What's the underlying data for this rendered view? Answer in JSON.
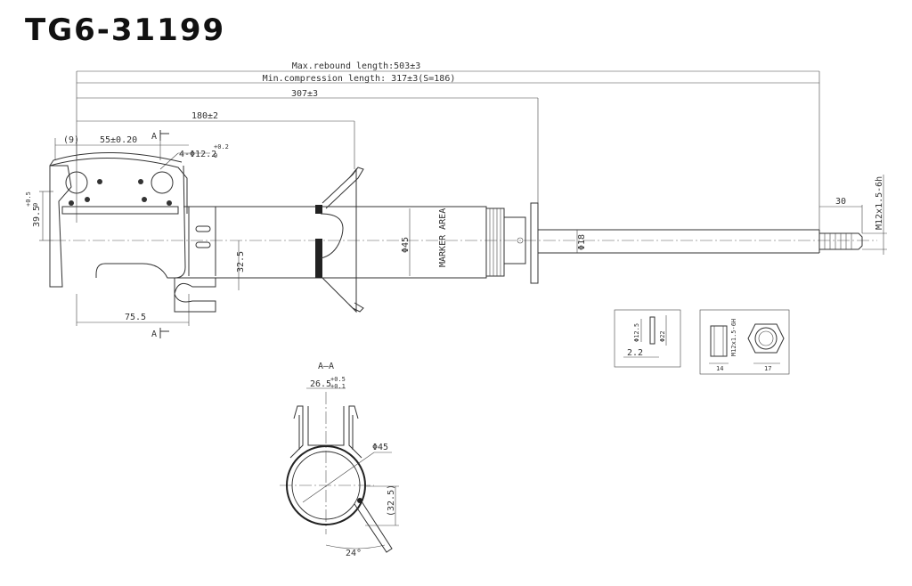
{
  "part_number": "TG6-31199",
  "dims": {
    "max_rebound": "Max.rebound length:503±3",
    "min_compression": "Min.compression length: 317±3(S=186)",
    "len_307": "307±3",
    "len_180": "180±2",
    "len_9": "(9)",
    "len_55": "55±0.20",
    "holes": "4-Φ12.2",
    "holes_tol": "+0.2",
    "holes_tol2": "0",
    "h_39": "39.5",
    "h_39_tol": "+0.5",
    "h_39_tol2": "0",
    "h_32": "32.5",
    "len_75": "75.5",
    "dia_45": "Φ45",
    "marker_area": "MARKER AREA",
    "dia_18": "Φ18",
    "len_30": "30",
    "thread": "M12x1.5-6h",
    "section_a_top": "A",
    "section_a_bottom": "A"
  },
  "section": {
    "title": "A–A",
    "width": "26.5",
    "width_tol": "+0.5",
    "width_tol2": "+0.1",
    "dia": "Φ45",
    "height": "(32.5)",
    "angle": "24°"
  },
  "washer": {
    "inner": "Φ12.5",
    "outer": "Φ22",
    "thick": "2.2"
  },
  "nut": {
    "thread": "M12x1.5-6H",
    "height": "14",
    "size": "17"
  }
}
